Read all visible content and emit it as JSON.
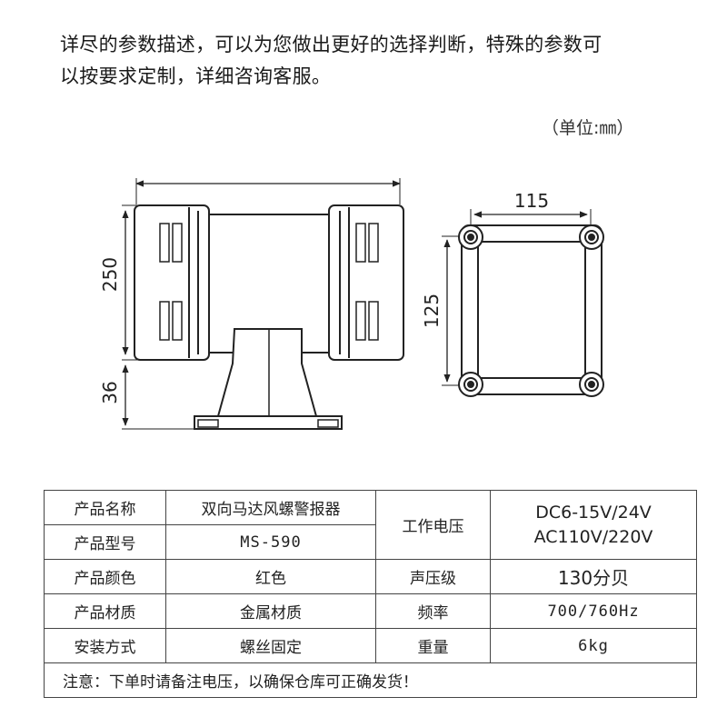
{
  "intro": {
    "line1": "详尽的参数描述，可以为您做出更好的选择判断，特殊的参数可",
    "line2": "以按要求定制，详细咨询客服。"
  },
  "unit_label": "（单位:㎜）",
  "dimensions": {
    "height_body": "250",
    "height_base": "36",
    "width_mount": "115",
    "height_mount": "125"
  },
  "spec_table": {
    "rows": [
      {
        "label": "产品名称",
        "value": "双向马达风螺警报器"
      },
      {
        "label": "产品型号",
        "value": "MS-590"
      },
      {
        "label": "产品颜色",
        "value": "红色"
      },
      {
        "label": "产品材质",
        "value": "金属材质"
      },
      {
        "label": "安装方式",
        "value": "螺丝固定"
      }
    ],
    "right": [
      {
        "label": "工作电压",
        "value_lines": [
          "DC6-15V/24V",
          "AC110V/220V"
        ]
      },
      {
        "label": "声压级",
        "value": "130分贝"
      },
      {
        "label": "频率",
        "value": "700/760Hz"
      },
      {
        "label": "重量",
        "value": "6kg"
      }
    ],
    "note": "注意：下单时请备注电压，以确保仓库可正确发货！"
  }
}
